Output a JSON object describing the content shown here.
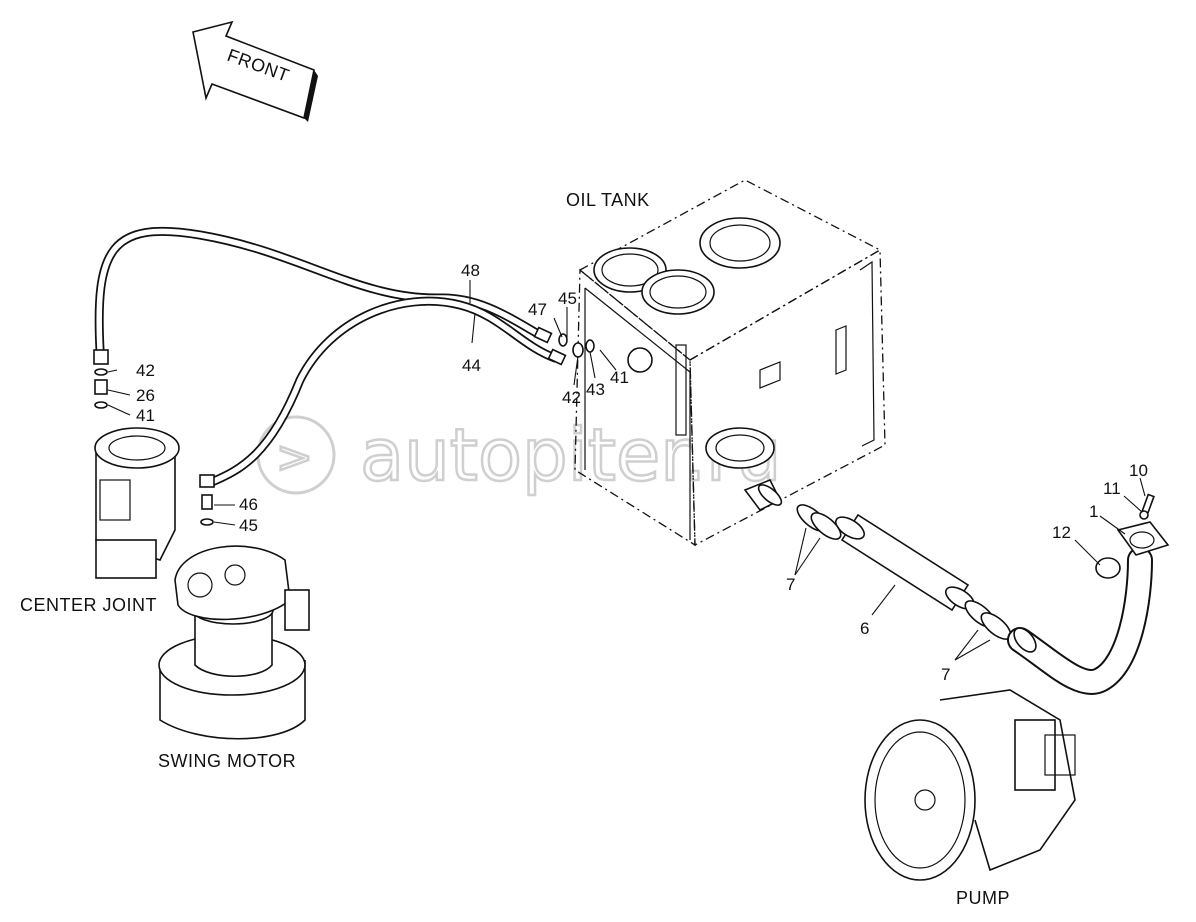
{
  "watermark": "autopiter.ru",
  "direction_arrow": {
    "label": "FRONT"
  },
  "assemblies": {
    "oil_tank": "OIL TANK",
    "center_joint": "CENTER JOINT",
    "swing_motor": "SWING MOTOR",
    "pump": "PUMP"
  },
  "callouts": {
    "c48": "48",
    "c44": "44",
    "c47": "47",
    "c45a": "45",
    "c42a": "42",
    "c43": "43",
    "c41a": "41",
    "c42b": "42",
    "c26": "26",
    "c41b": "41",
    "c46": "46",
    "c45b": "45",
    "c7a": "7",
    "c6": "6",
    "c7b": "7",
    "c10": "10",
    "c11": "11",
    "c1": "1",
    "c12": "12"
  }
}
